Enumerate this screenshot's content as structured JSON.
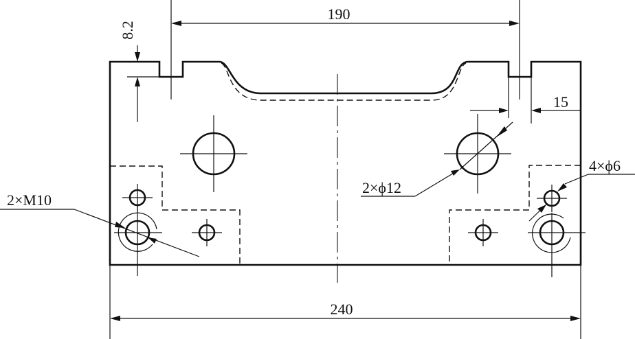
{
  "dimensions": {
    "top_width": "190",
    "step_height": "8.2",
    "edge_offset": "15",
    "overall_width": "240"
  },
  "callouts": {
    "large_holes": "2×ϕ12",
    "small_holes": "4×ϕ6",
    "threaded_holes": "2×M10"
  },
  "colors": {
    "line": "#111111",
    "background": "#ffffff"
  }
}
